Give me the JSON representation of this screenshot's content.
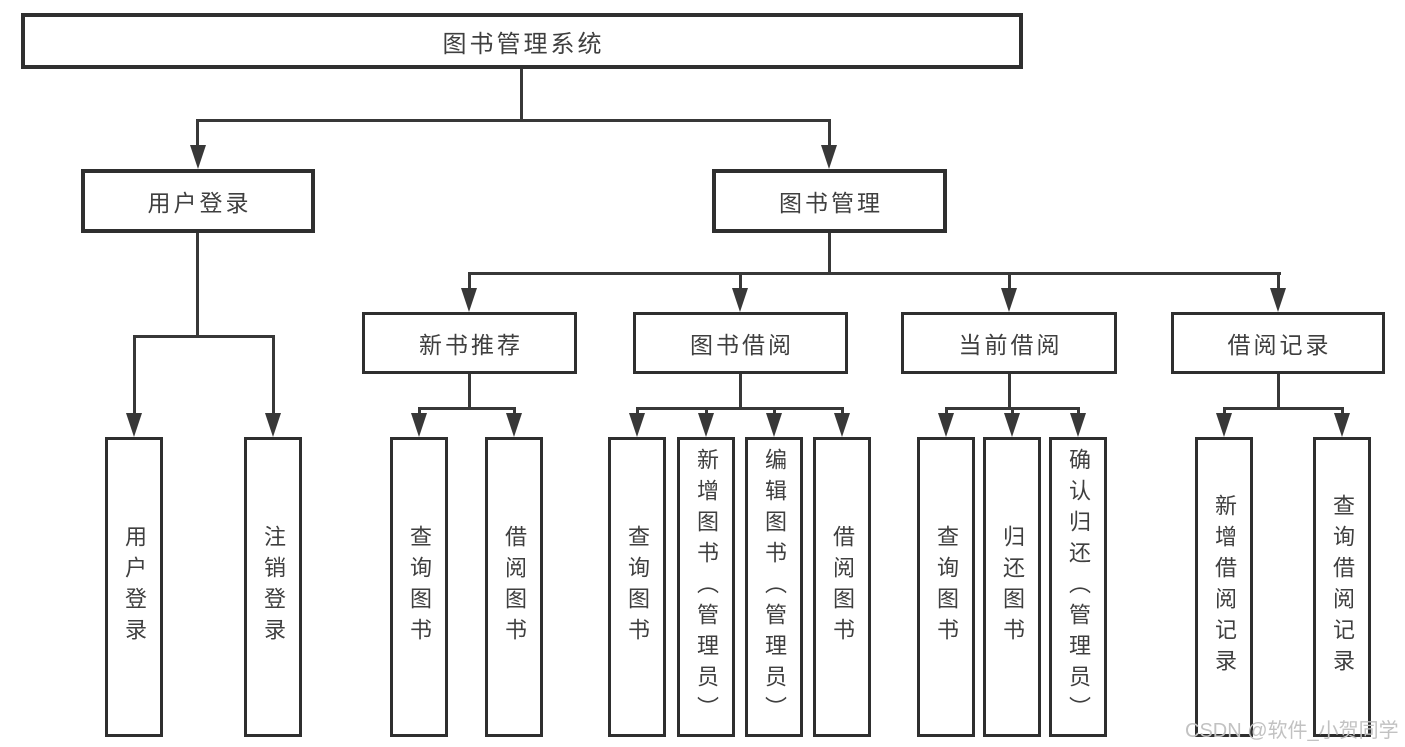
{
  "diagram": {
    "root": {
      "label": "图书管理系统"
    },
    "branches": [
      {
        "label": "用户登录",
        "children": [
          {
            "label": "用户登录"
          },
          {
            "label": "注销登录"
          }
        ]
      },
      {
        "label": "图书管理",
        "groups": [
          {
            "label": "新书推荐",
            "children": [
              {
                "label": "查询图书"
              },
              {
                "label": "借阅图书"
              }
            ]
          },
          {
            "label": "图书借阅",
            "children": [
              {
                "label": "查询图书"
              },
              {
                "label": "新增图书（管理员）"
              },
              {
                "label": "编辑图书（管理员）"
              },
              {
                "label": "借阅图书"
              }
            ]
          },
          {
            "label": "当前借阅",
            "children": [
              {
                "label": "查询图书"
              },
              {
                "label": "归还图书"
              },
              {
                "label": "确认归还（管理员）"
              }
            ]
          },
          {
            "label": "借阅记录",
            "children": [
              {
                "label": "新增借阅记录"
              },
              {
                "label": "查询借阅记录"
              }
            ]
          }
        ]
      }
    ]
  },
  "watermark": {
    "text": "CSDN @软件_小贺同学"
  },
  "colors": {
    "background": "#ffffff",
    "box_border": "#2f2f2f",
    "box_fill": "#ffffff",
    "text": "#3f3f3f",
    "connector": "#383838",
    "watermark": "#c2c2c2"
  }
}
